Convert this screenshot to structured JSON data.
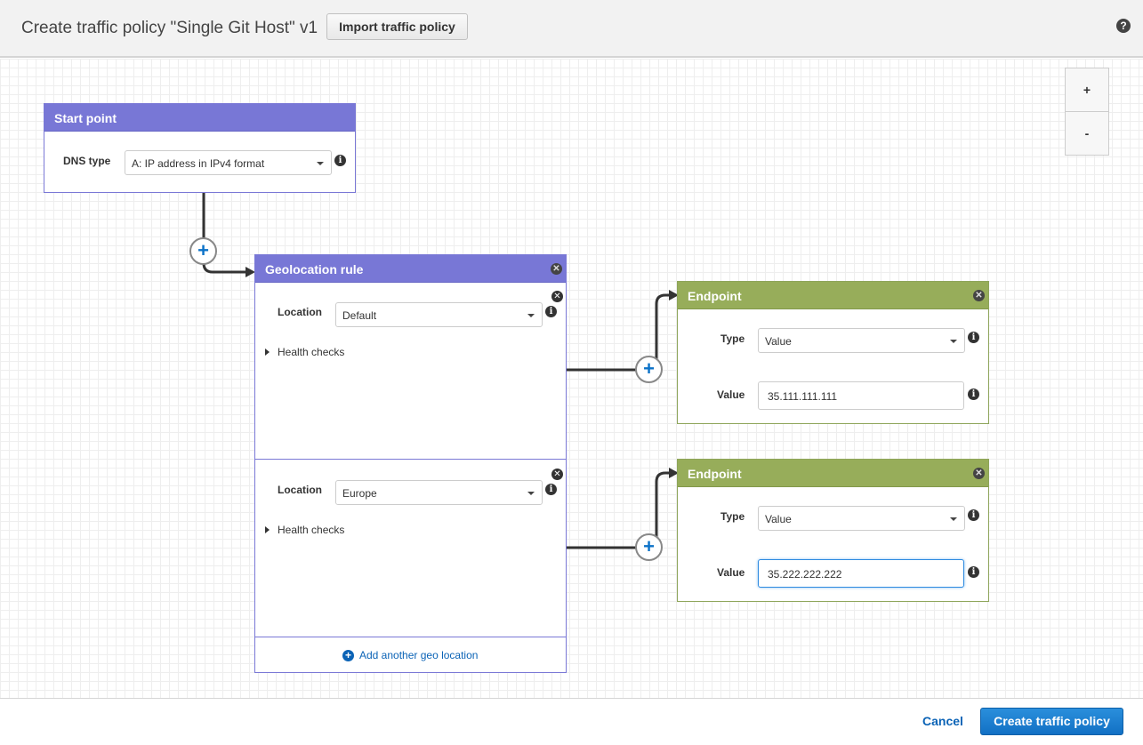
{
  "header": {
    "title": "Create traffic policy \"Single Git Host\" v1",
    "import_label": "Import traffic policy",
    "help_icon": "?"
  },
  "zoom": {
    "in_label": "+",
    "out_label": "-"
  },
  "start_point": {
    "title": "Start point",
    "dns_type_label": "DNS type",
    "dns_type_value": "A: IP address in IPv4 format"
  },
  "geolocation_rule": {
    "title": "Geolocation rule",
    "rules": [
      {
        "location_label": "Location",
        "location_value": "Default",
        "health_checks": "Health checks"
      },
      {
        "location_label": "Location",
        "location_value": "Europe",
        "health_checks": "Health checks"
      }
    ],
    "add_label": "Add another geo location"
  },
  "endpoints": [
    {
      "title": "Endpoint",
      "type_label": "Type",
      "type_value": "Value",
      "value_label": "Value",
      "value": "35.111.111.111"
    },
    {
      "title": "Endpoint",
      "type_label": "Type",
      "type_value": "Value",
      "value_label": "Value",
      "value": "35.222.222.222"
    }
  ],
  "footer": {
    "cancel_label": "Cancel",
    "create_label": "Create traffic policy"
  },
  "colors": {
    "rule_header": "#7877d6",
    "endpoint_header": "#97ad5a",
    "primary": "#1a7fd4",
    "link": "#0b63b6"
  }
}
